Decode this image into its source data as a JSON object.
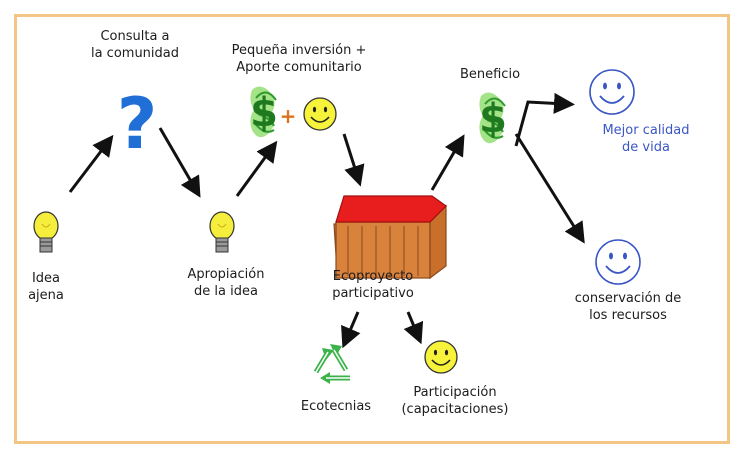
{
  "labels": {
    "consulta": "Consulta a\nla comunidad",
    "inversion": "Pequeña inversión +\nAporte comunitario",
    "beneficio": "Beneficio",
    "calidad": "Mejor calidad\nde vida",
    "idea": "Idea\najena",
    "apropiacion": "Apropiación\nde la idea",
    "ecoproyecto": "Ecoproyecto\nparticipativo",
    "conservacion": "conservación de\nlos recursos",
    "ecotecnias": "Ecotecnias",
    "participacion": "Participación\n(capacitaciones)"
  },
  "symbols": {
    "question": "?",
    "dollar": "$",
    "plus": "+"
  },
  "icons": [
    "lightbulb-icon",
    "question-mark-icon",
    "dollar-icon",
    "smiley-icon",
    "house-icon",
    "recycle-icon"
  ],
  "colors": {
    "frame": "#f3c685",
    "question": "#1f6fd6",
    "dollar": "#3aa63a",
    "bulb": "#f5ee3c",
    "smiley_fill": "#f7f23a",
    "smiley_outline_blue": "#3a56c6",
    "roof": "#e81e1e",
    "walls": "#d9823c",
    "recycle": "#3cb34a",
    "plus": "#e2711d"
  }
}
